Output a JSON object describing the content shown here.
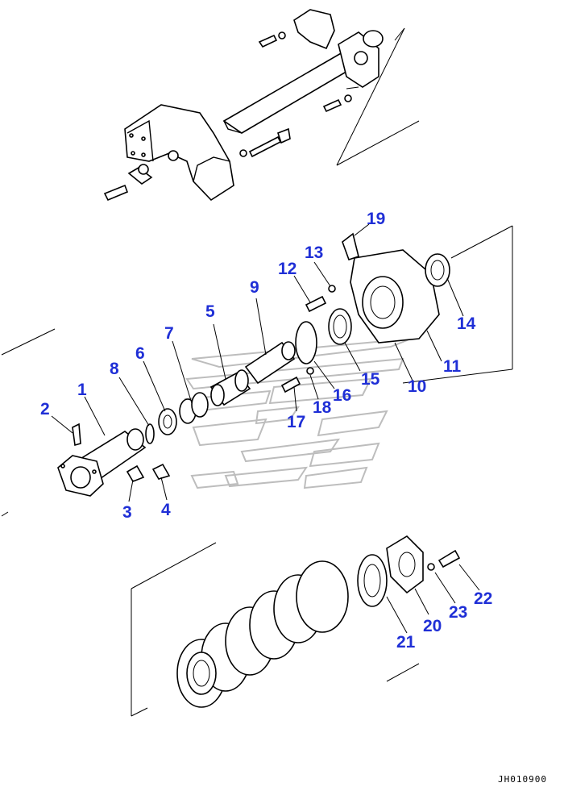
{
  "drawing_code": "JH010900",
  "callouts": [
    {
      "id": "1",
      "label": "1"
    },
    {
      "id": "2",
      "label": "2"
    },
    {
      "id": "3",
      "label": "3"
    },
    {
      "id": "4",
      "label": "4"
    },
    {
      "id": "5",
      "label": "5"
    },
    {
      "id": "6",
      "label": "6"
    },
    {
      "id": "7",
      "label": "7"
    },
    {
      "id": "8",
      "label": "8"
    },
    {
      "id": "9",
      "label": "9"
    },
    {
      "id": "10",
      "label": "10"
    },
    {
      "id": "11",
      "label": "11"
    },
    {
      "id": "12",
      "label": "12"
    },
    {
      "id": "13",
      "label": "13"
    },
    {
      "id": "14",
      "label": "14"
    },
    {
      "id": "15",
      "label": "15"
    },
    {
      "id": "16",
      "label": "16"
    },
    {
      "id": "17",
      "label": "17"
    },
    {
      "id": "18",
      "label": "18"
    },
    {
      "id": "19",
      "label": "19"
    },
    {
      "id": "20",
      "label": "20"
    },
    {
      "id": "21",
      "label": "21"
    },
    {
      "id": "22",
      "label": "22"
    },
    {
      "id": "23",
      "label": "23"
    }
  ],
  "colors": {
    "callout": "#1f2fd6",
    "line": "#000000",
    "watermark": "#bdbdbd"
  }
}
